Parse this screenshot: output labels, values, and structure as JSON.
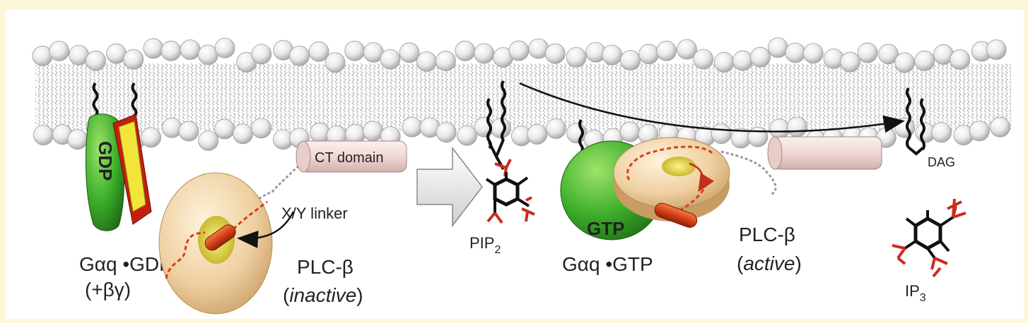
{
  "labels": {
    "gdp_badge": "GDP",
    "gtp_badge": "GTP",
    "gaq_gdp": "Gαq •GDP",
    "beta_gamma": "(+βγ)",
    "ct_domain": "CT domain",
    "xy_linker": "X/Y linker",
    "plcb_inactive_name": "PLC-β",
    "plcb_inactive_state": "inactive",
    "pip2_main": "PIP",
    "pip2_sub": "2",
    "gaq_gtp": "Gαq •GTP",
    "plcb_active_name": "PLC-β",
    "plcb_active_state": "active",
    "dag": "DAG",
    "ip3_main": "IP",
    "ip3_sub": "3"
  },
  "colors": {
    "background": "#fdf7d9",
    "lipid_head": "#e8e8e8",
    "g_alpha_green": "#3fb02c",
    "gbg_red": "#c41e10",
    "gbg_yellow": "#f2e63a",
    "plc_tan": "#eecfa0",
    "linker_red": "#d84016",
    "ct_domain_pink": "#f0d8d4",
    "headgroup_red": "#cc2a1e"
  }
}
